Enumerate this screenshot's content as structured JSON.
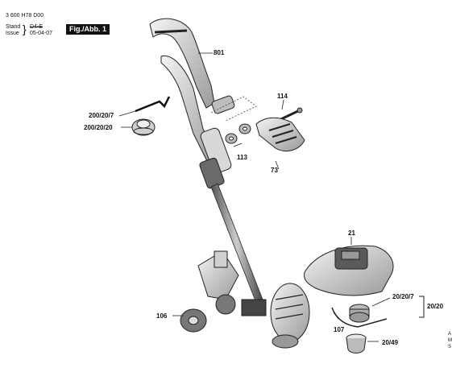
{
  "header": {
    "doc_number": "3 600 H78 D00",
    "stand_label": "Stand",
    "issue_label": "Issue",
    "revision_mark": "D4-E",
    "date": "05-04-07",
    "figure": "Fig./Abb. 1"
  },
  "parts": {
    "p801": "801",
    "p114": "114",
    "p200_20_7_left": "200/20/7",
    "p200_20_20": "200/20/20",
    "p113": "113",
    "p73": "73",
    "p21": "21",
    "p20_20_7_right": "20/20/7",
    "p20_20": "20/20",
    "p106": "106",
    "p107": "107",
    "p20_49": "20/49"
  },
  "edge_text": [
    "A",
    "M",
    "S"
  ]
}
